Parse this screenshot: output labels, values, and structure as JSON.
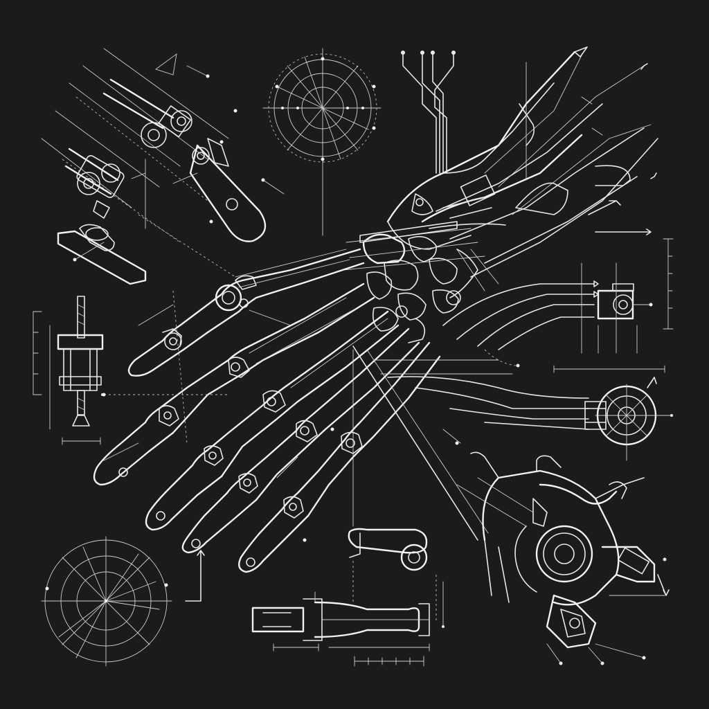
{
  "colors": {
    "background": "#1b1b1b",
    "line": "#e8e8e8"
  },
  "icons": [
    "robotic-hand-skeleton",
    "finger-joint-assembly",
    "piston-cylinder",
    "radial-gauge",
    "gear-joint",
    "linkage-arm",
    "wrist-mechanism"
  ]
}
